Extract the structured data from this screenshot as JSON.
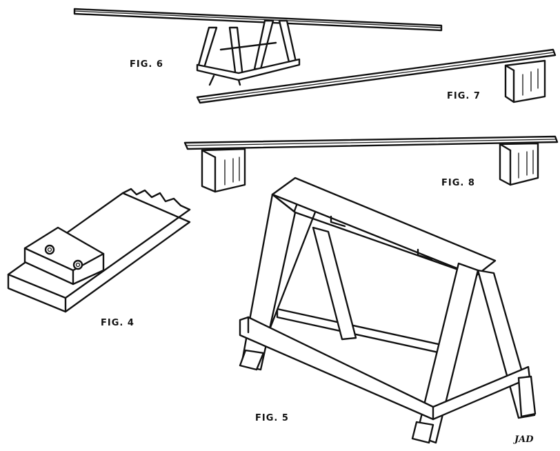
{
  "figures": {
    "fig4": "FIG. 4",
    "fig5": "FIG. 5",
    "fig6": "FIG. 6",
    "fig7": "FIG. 7",
    "fig8": "FIG. 8"
  },
  "signature": "JAD",
  "colors": {
    "ink": "#111111",
    "paper": "#ffffff"
  }
}
